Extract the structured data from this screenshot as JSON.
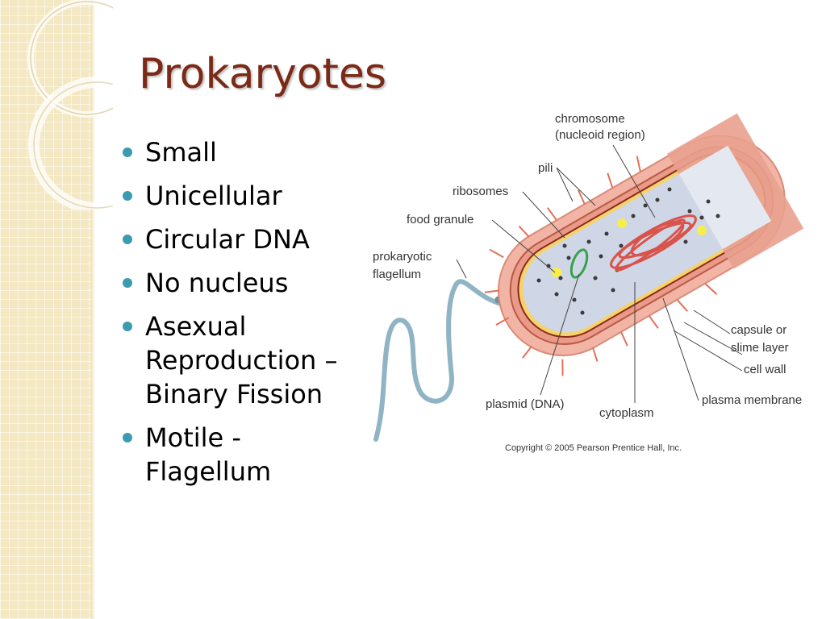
{
  "slide": {
    "title": "Prokaryotes",
    "bullets": [
      "Small",
      "Unicellular",
      "Circular DNA",
      "No nucleus",
      "Asexual Reproduction – Binary Fission",
      "Motile - Flagellum"
    ]
  },
  "diagram": {
    "labels": {
      "chromosome_1": "chromosome",
      "chromosome_2": "(nucleoid region)",
      "pili": "pili",
      "ribosomes": "ribosomes",
      "food_granule": "food granule",
      "flagellum_1": "prokaryotic",
      "flagellum_2": "flagellum",
      "capsule_1": "capsule or",
      "capsule_2": "slime layer",
      "cell_wall": "cell wall",
      "plasma_membrane": "plasma membrane",
      "plasmid": "plasmid (DNA)",
      "cytoplasm": "cytoplasm"
    },
    "copyright": "Copyright © 2005 Pearson Prentice Hall, Inc."
  },
  "colors": {
    "title": "#7a2a17",
    "bullet": "#3c9bb0",
    "capsule": "#f2b4a4",
    "cytoplasm": "#cfd6e6",
    "chromosome": "#d9534a",
    "plasmid": "#33a34a",
    "flagellum": "#8fb4c4"
  }
}
